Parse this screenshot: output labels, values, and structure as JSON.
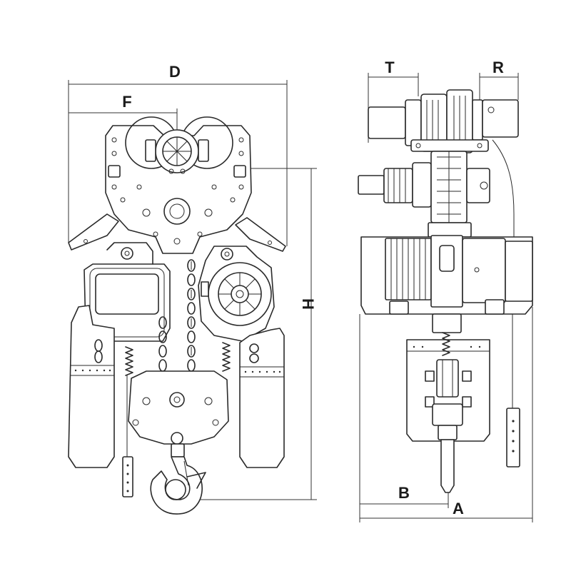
{
  "diagram": {
    "front_view": {
      "labels": {
        "D": "D",
        "F": "F",
        "H": "H"
      }
    },
    "side_view": {
      "labels": {
        "T": "T",
        "R": "R",
        "B": "B",
        "A": "A"
      }
    }
  }
}
